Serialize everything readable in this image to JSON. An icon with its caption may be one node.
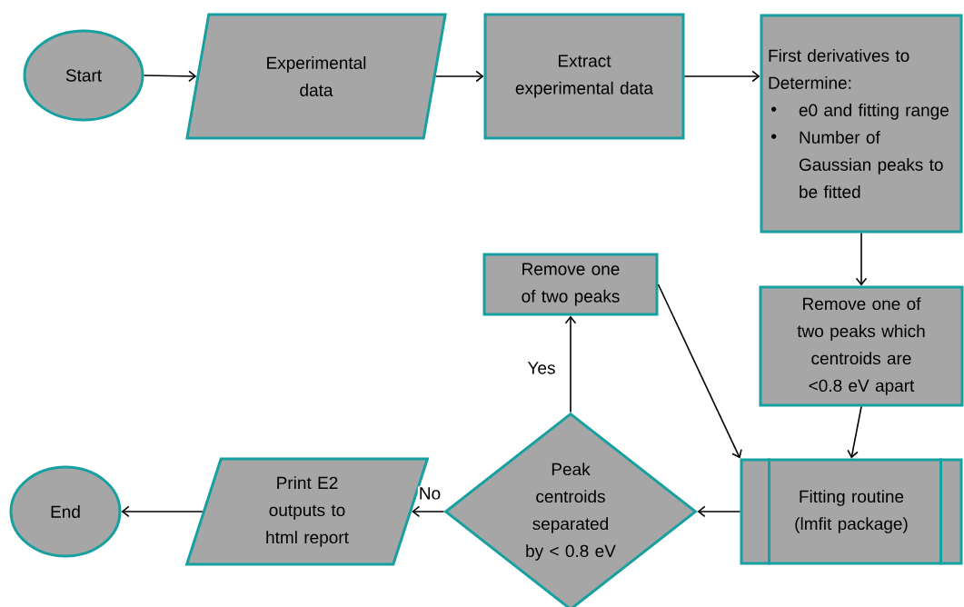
{
  "diagram": {
    "nodes": [
      {
        "text": [
          "Start"
        ]
      },
      {
        "text": [
          "Experimental data"
        ]
      },
      {
        "text": [
          "Extract experimental data"
        ]
      },
      {
        "text": [
          "First derivatives to Determine:",
          "e0 and fitting range",
          "Number of Gaussian peaks to be fitted"
        ]
      },
      {
        "text": [
          "Remove one of two peaks which centroids are <0.8 eV apart"
        ]
      },
      {
        "text": [
          "Fitting routine (lmfit package)"
        ]
      },
      {
        "text": [
          "Peak centroids separated by < 0.8 eV"
        ]
      },
      {
        "text": [
          "Remove one of two peaks"
        ]
      },
      {
        "text": [
          "Print E2 outputs to html report"
        ]
      },
      {
        "text": [
          "End"
        ]
      }
    ],
    "edges": [
      {
        "from": 0,
        "to": 1,
        "arrow": "to"
      },
      {
        "from": 1,
        "to": 2,
        "arrow": "to"
      },
      {
        "from": 2,
        "to": 3,
        "arrow": "to"
      },
      {
        "from": 3,
        "to": 4,
        "arrow": "to"
      },
      {
        "from": 4,
        "to": 5,
        "arrow": "to"
      },
      {
        "from": 5,
        "to": 6,
        "arrow": "to"
      },
      {
        "from": 6,
        "to": 7,
        "label": "Yes",
        "arrow": "to"
      },
      {
        "from": 7,
        "to": 5,
        "arrow": "to"
      },
      {
        "from": 6,
        "to": 8,
        "label": "No",
        "arrow": "to"
      },
      {
        "from": 8,
        "to": 9,
        "arrow": "to"
      }
    ]
  }
}
